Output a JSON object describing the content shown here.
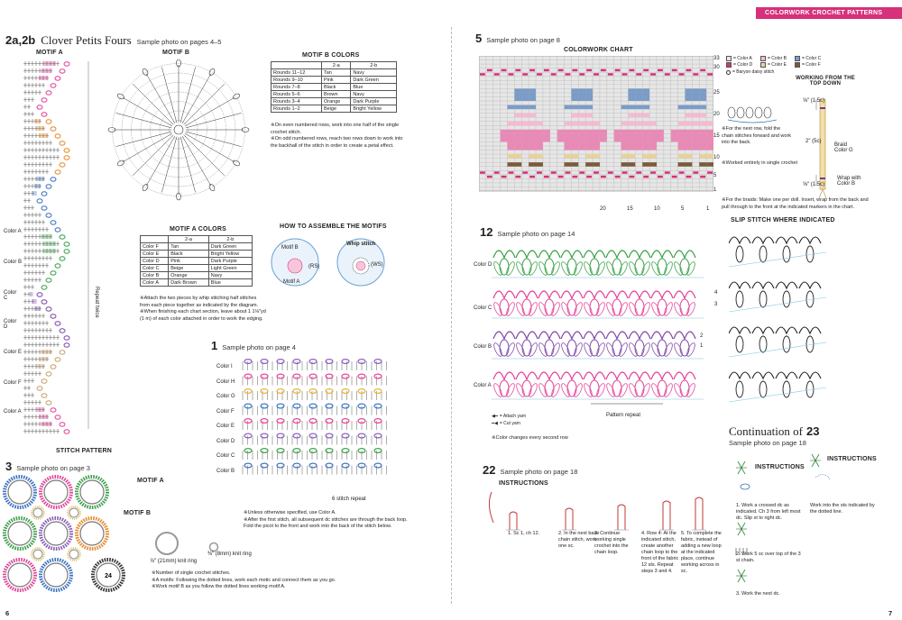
{
  "header": {
    "band": "COLORWORK CROCHET PATTERNS"
  },
  "pages": {
    "left": "6",
    "right": "7"
  },
  "sec2": {
    "num": "2a,2b",
    "title": "Clover Petits Fours",
    "sample": "Sample photo on pages 4–5",
    "motif_a": "MOTIF A",
    "motif_b": "MOTIF B",
    "stitch_pattern": "STITCH PATTERN",
    "repeat_twice": "Repeat twice",
    "colors": [
      "Color A",
      "Color B",
      "Color C",
      "Color D",
      "Color E",
      "Color F",
      "Color A"
    ],
    "mb_colors": {
      "title": "MOTIF B COLORS",
      "cols": [
        "2-a",
        "2-b"
      ],
      "rows": [
        [
          "Rounds 11–12",
          "Tan",
          "Navy"
        ],
        [
          "Rounds 9–10",
          "Pink",
          "Dark Green"
        ],
        [
          "Rounds 7–8",
          "Black",
          "Blue"
        ],
        [
          "Rounds 5–6",
          "Brown",
          "Navy"
        ],
        [
          "Rounds 3–4",
          "Orange",
          "Dark Purple"
        ],
        [
          "Rounds 1–2",
          "Beige",
          "Bright Yellow"
        ]
      ],
      "notes": [
        "※On even numbered rows, work into one half of the single crochet stitch.",
        "※On odd numbered rows, reach two rows down to work into the backhall of the stitch in order to create a petal effect."
      ]
    },
    "ma_colors": {
      "title": "MOTIF A COLORS",
      "cols": [
        "2-a",
        "2-b"
      ],
      "rows": [
        [
          "Color F",
          "Tan",
          "Dark Green"
        ],
        [
          "Color E",
          "Black",
          "Bright Yellow"
        ],
        [
          "Color D",
          "Pink",
          "Dark Purple"
        ],
        [
          "Color C",
          "Beige",
          "Light Green"
        ],
        [
          "Color B",
          "Orange",
          "Navy"
        ],
        [
          "Color A",
          "Dark Brown",
          "Blue"
        ]
      ],
      "notes": [
        "※Attach the two pieces by whip stitching half stitches from each piece together as indicated by the diagram.",
        "※When finishing each chart section, leave about 1 1⅛″yd (1 m) of each color attached in order to work the edging."
      ]
    },
    "assemble": {
      "title": "HOW TO ASSEMBLE THE MOTIFS",
      "motif_b": "Motif B",
      "motif_a": "Motif A",
      "rs": "(RS)",
      "whip": "Whip stitch",
      "ws": "(WS)"
    }
  },
  "sec1": {
    "num": "1",
    "sample": "Sample photo on page 4",
    "colors": [
      "Color I",
      "Color H",
      "Color G",
      "Color F",
      "Color E",
      "Color D",
      "Color C",
      "Color B"
    ],
    "repeat": "6 stitch repeat",
    "notes": [
      "※Unless otherwise specified, use Color A.",
      "※After the first stitch, all subsequent dc stitches are through the back loop. Fold the picot to the front and work into the back of the stitch below."
    ]
  },
  "sec3": {
    "num": "3",
    "sample": "Sample photo on page 3",
    "motif_a": "MOTIF A",
    "motif_b": "MOTIF B",
    "ring_center": "24",
    "ring1": "⅞″ (21mm) knit ring",
    "ring2": "⅜″ (8mm) knit ring",
    "notes": [
      "※Number of single crochet stitches.",
      "※A motifs: Following the dotted lines, work each motic and connect them as you go.",
      "※Work motif B as you follow the dotted lines working motif A."
    ]
  },
  "sec5": {
    "num": "5",
    "sample": "Sample photo on page 8",
    "chart_title": "COLORWORK CHART",
    "row_nums": [
      "33",
      "30",
      "25",
      "20",
      "15",
      "10",
      "5",
      "1"
    ],
    "col_nums": [
      "20",
      "15",
      "10",
      "5",
      "1"
    ],
    "legend": [
      "= Color A",
      "= Color B",
      "= Color C",
      "= Color D",
      "= Color E",
      "= Color F"
    ],
    "baryon": "= Baryon daisy stitch",
    "fold_note": "※For the next row, fold the chain stitches forward and work into the back.",
    "sc_note": "※Worked entirely in single crochet",
    "braids_note": "※For the braids: Make one per doll. Insert, wrap from the back and pull through to the front at the indicated markers in the chart.",
    "braid_title": "WORKING FROM THE TOP DOWN",
    "braid_m1": "⅝″ (1.5c)",
    "braid_m2": "2″ (5c)",
    "braid_m3": "⅝″ (1.5c)",
    "braid_label": "Braid Color G",
    "wrap_label": "Wrap with Color B"
  },
  "sec12": {
    "num": "12",
    "sample": "Sample photo on page 14",
    "colors": [
      "Color D",
      "Color C",
      "Color B",
      "Color A"
    ],
    "row_marks": [
      "4",
      "3",
      "2",
      "1"
    ],
    "repeat": "Pattern repeat",
    "attach": "= Attach yarn",
    "cut": "= Cut yarn",
    "note": "※Color changes every second row",
    "slip_title": "SLIP STITCH WHERE INDICATED"
  },
  "sec22": {
    "num": "22",
    "sample": "Sample photo on page 18",
    "instr": "INSTRUCTIONS",
    "steps": [
      "1. Sc 1, ch 12.",
      "2. In the next base chain stitch, work one sc.",
      "3. Continue working single crochet into the chain loop.",
      "4. Row 4: At the indicated stitch, create another chain loop to the front of the fabric 12 sts. Repeat steps 3 and 4.",
      "5. To complete the fabric, instead of adding a new loop at the indicated place, continue working across in sc."
    ]
  },
  "sec23": {
    "title": "Continuation of",
    "num": "23",
    "sample": "Sample photo on page 18",
    "instr": "INSTRUCTIONS",
    "steps": [
      "1. Work a crossed dc as indicated. Ch 3 from left most dc. Slip st to right dc.",
      "2. Work 5 sc over top of the 3 st chain.",
      "3. Work the next dc."
    ],
    "side_note": "Work into the sts indicated by the dotted line."
  },
  "palette": {
    "pink": "#e2439a",
    "blue": "#3c74c2",
    "green": "#3ca24a",
    "purple": "#7f4aa8",
    "orange": "#e98a2b",
    "brand": "#d6317a"
  }
}
